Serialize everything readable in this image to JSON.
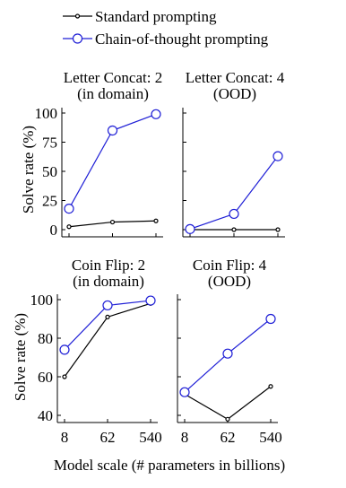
{
  "colors": {
    "standard": "#000000",
    "cot": "#1f1fd6"
  },
  "legend": {
    "standard": "Standard prompting",
    "cot": "Chain-of-thought prompting"
  },
  "xlabel": "Model scale (# parameters in billions)",
  "chart_data": [
    {
      "type": "line",
      "title": [
        "Letter Concat: 2",
        "(in domain)"
      ],
      "categories": [
        "8",
        "62",
        "540"
      ],
      "ylabel": "Solve rate (%)",
      "ylim": [
        0,
        100
      ],
      "yticks": [
        0,
        25,
        50,
        75,
        100
      ],
      "series": [
        {
          "name": "Standard prompting",
          "values": [
            2.5,
            6.5,
            7.5
          ]
        },
        {
          "name": "Chain-of-thought prompting",
          "values": [
            18,
            85,
            99
          ]
        }
      ]
    },
    {
      "type": "line",
      "title": [
        "Letter Concat: 4",
        "(OOD)"
      ],
      "categories": [
        "8",
        "62",
        "540"
      ],
      "ylim": [
        0,
        100
      ],
      "yticks": [
        0,
        25,
        50,
        75,
        100
      ],
      "series": [
        {
          "name": "Standard prompting",
          "values": [
            0,
            0,
            0
          ]
        },
        {
          "name": "Chain-of-thought prompting",
          "values": [
            0.5,
            13.5,
            63
          ]
        }
      ]
    },
    {
      "type": "line",
      "title": [
        "Coin Flip: 2",
        "(in domain)"
      ],
      "categories": [
        "8",
        "62",
        "540"
      ],
      "ylabel": "Solve rate (%)",
      "ylim": [
        40,
        100
      ],
      "yticks": [
        40,
        60,
        80,
        100
      ],
      "series": [
        {
          "name": "Standard prompting",
          "values": [
            60,
            91,
            98
          ]
        },
        {
          "name": "Chain-of-thought prompting",
          "values": [
            74,
            97,
            99.5
          ]
        }
      ]
    },
    {
      "type": "line",
      "title": [
        "Coin Flip: 4",
        "(OOD)"
      ],
      "categories": [
        "8",
        "62",
        "540"
      ],
      "ylim": [
        40,
        100
      ],
      "yticks": [
        40,
        60,
        80,
        100
      ],
      "series": [
        {
          "name": "Standard prompting",
          "values": [
            51,
            38,
            55
          ]
        },
        {
          "name": "Chain-of-thought prompting",
          "values": [
            52,
            72,
            90
          ]
        }
      ]
    }
  ]
}
